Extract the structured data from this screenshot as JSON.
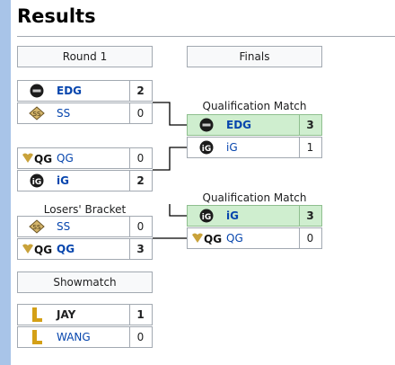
{
  "title": "Results",
  "headers": {
    "round1": "Round 1",
    "finals": "Finals",
    "showmatch": "Showmatch"
  },
  "captions": {
    "losers": "Losers' Bracket",
    "qual1": "Qualification Match",
    "qual2": "Qualification Match"
  },
  "round1": {
    "match1": [
      {
        "team": "EDG",
        "score": "2",
        "logo": "edg-logo",
        "winner": true
      },
      {
        "team": "SS",
        "score": "0",
        "logo": "ss-logo",
        "winner": false
      }
    ],
    "match2": [
      {
        "team": "QG",
        "score": "0",
        "logo": "qg-logo",
        "winner": false
      },
      {
        "team": "iG",
        "score": "2",
        "logo": "ig-logo",
        "winner": true
      }
    ],
    "losers": [
      {
        "team": "SS",
        "score": "0",
        "logo": "ss-logo",
        "winner": false
      },
      {
        "team": "QG",
        "score": "3",
        "logo": "qg-logo",
        "winner": true
      }
    ]
  },
  "finals": {
    "match1": [
      {
        "team": "EDG",
        "score": "3",
        "logo": "edg-logo",
        "winner": true
      },
      {
        "team": "iG",
        "score": "1",
        "logo": "ig-logo",
        "winner": false
      }
    ],
    "match2": [
      {
        "team": "iG",
        "score": "3",
        "logo": "ig-logo",
        "winner": true
      },
      {
        "team": "QG",
        "score": "0",
        "logo": "qg-logo",
        "winner": false
      }
    ]
  },
  "showmatch": [
    {
      "team": "JAY",
      "score": "1",
      "logo": "jay-logo",
      "winner": true
    },
    {
      "team": "WANG",
      "score": "0",
      "logo": "wang-logo",
      "winner": false
    }
  ],
  "colors": {
    "win_bg": "#cfeecf",
    "link": "#0645ad",
    "border": "#a2a9b1",
    "accent_bar": "#a8c4e8"
  }
}
